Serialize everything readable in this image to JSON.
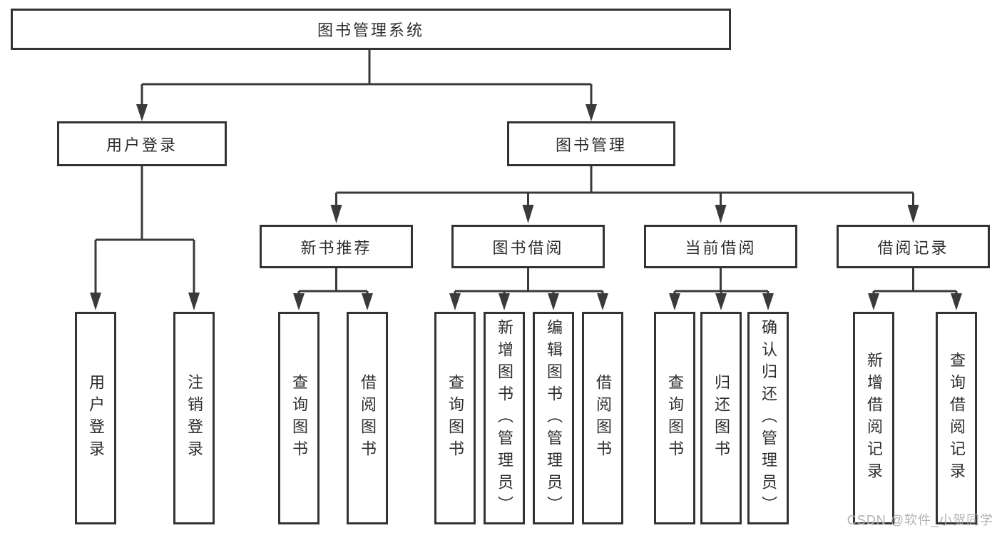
{
  "diagram": {
    "tree": {
      "root": "图书管理系统",
      "branches": [
        {
          "label": "用户登录",
          "children": [
            "用户登录",
            "注销登录"
          ]
        },
        {
          "label": "图书管理",
          "sections": [
            {
              "label": "新书推荐",
              "children": [
                "查询图书",
                "借阅图书"
              ]
            },
            {
              "label": "图书借阅",
              "children": [
                "查询图书",
                "新增图书（管理员）",
                "编辑图书（管理员）",
                "借阅图书"
              ]
            },
            {
              "label": "当前借阅",
              "children": [
                "查询图书",
                "归还图书",
                "确认归还（管理员）"
              ]
            },
            {
              "label": "借阅记录",
              "children": [
                "新增借阅记录",
                "查询借阅记录"
              ]
            }
          ]
        }
      ]
    },
    "colors": {
      "line": "#3a3a3a",
      "box_border": "#333333",
      "text": "#2d2d2d",
      "watermark": "#b2b2b2",
      "background": "#ffffff"
    },
    "watermark": "CSDN @软件_小贺同学"
  }
}
